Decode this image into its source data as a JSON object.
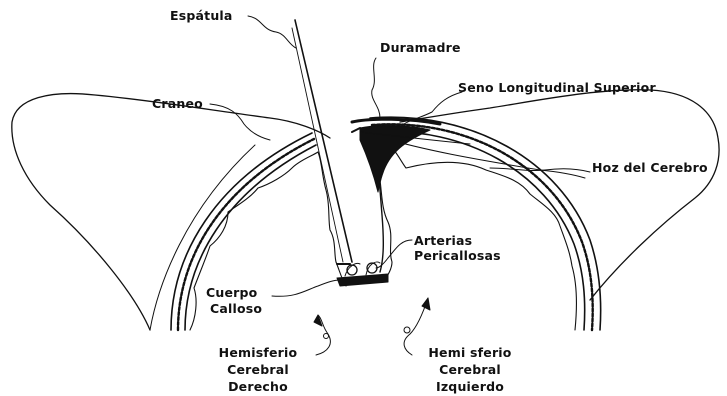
{
  "labels": {
    "espatula": "Espátula",
    "duramadre": "Duramadre",
    "seno": "Seno Longitudinal Superior",
    "craneo": "Craneo",
    "hoz": "Hoz del Cerebro",
    "arterias_1": "Arterias",
    "arterias_2": "Pericallosas",
    "cuerpo_1": "Cuerpo",
    "cuerpo_2": "Calloso",
    "hd_1": "Hemisferio",
    "hd_2": "Cerebral",
    "hd_3": "Derecho",
    "hi_1": "Hemi sferio",
    "hi_2": "Cerebral",
    "hi_3": "Izquierdo"
  },
  "colors": {
    "ink": "#111111",
    "background": "#ffffff"
  }
}
